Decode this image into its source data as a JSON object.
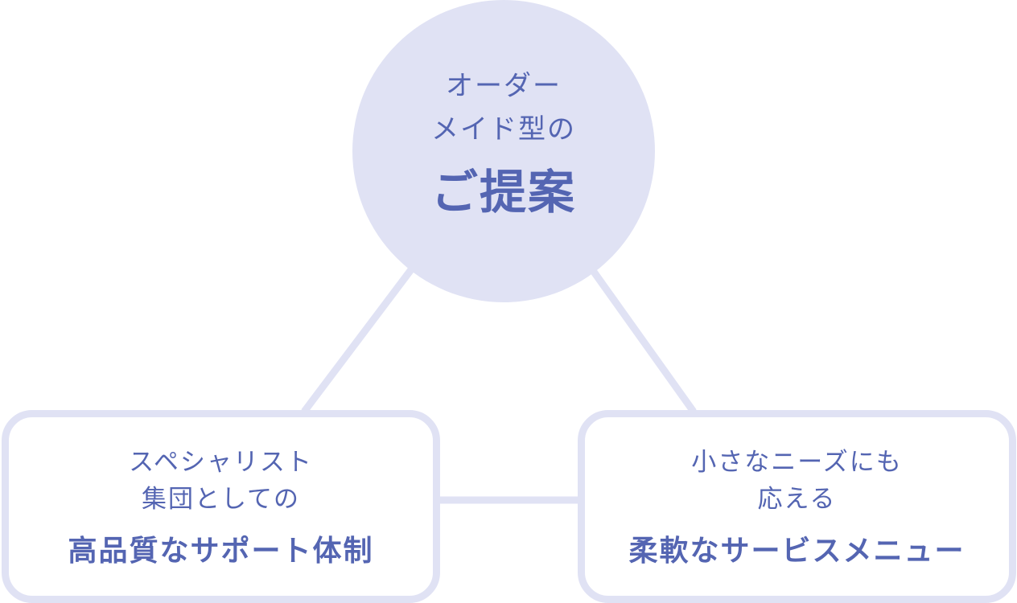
{
  "colors": {
    "accent": "#5465b2",
    "shape_fill": "#e0e2f4",
    "background": "#ffffff"
  },
  "center": {
    "line1": "オーダー",
    "line2": "メイド型の",
    "title": "ご提案"
  },
  "left": {
    "line1": "スペシャリスト",
    "line2": "集団としての",
    "title": "高品質なサポート体制"
  },
  "right": {
    "line1": "小さなニーズにも",
    "line2": "応える",
    "title": "柔軟なサービスメニュー"
  }
}
